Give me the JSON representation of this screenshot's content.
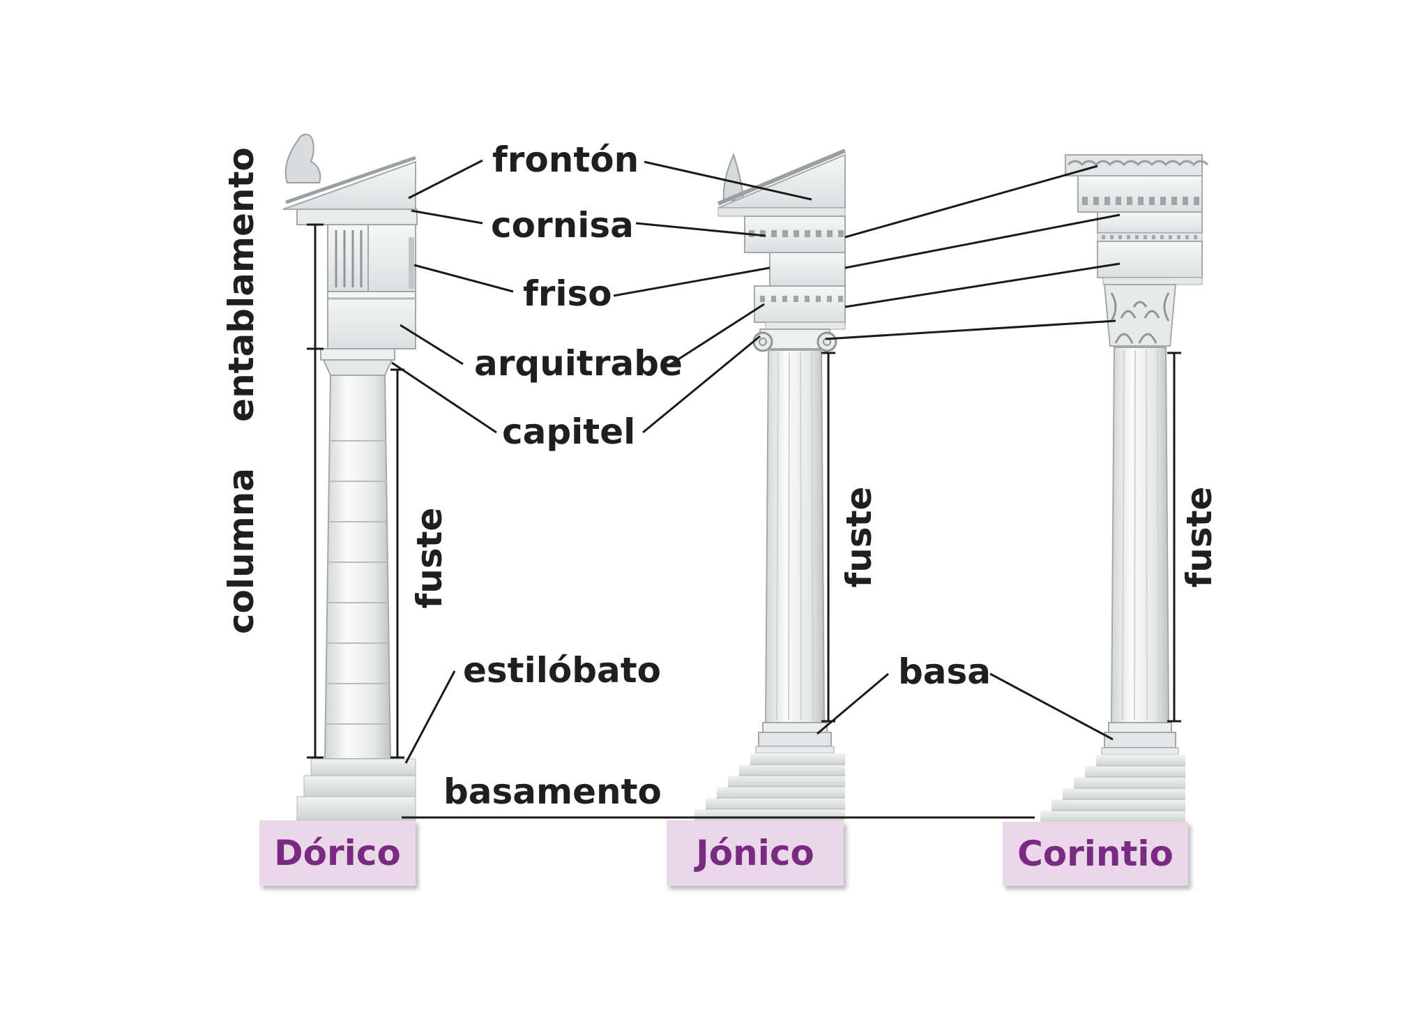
{
  "labels": {
    "fronton": "frontón",
    "cornisa": "cornisa",
    "friso": "friso",
    "arquitrabe": "arquitrabe",
    "capitel": "capitel",
    "estilobato": "estilóbato",
    "basamento": "basamento",
    "basa": "basa",
    "fuste": "fuste",
    "entablamento": "entablamento",
    "columna": "columna"
  },
  "orders": [
    "Dórico",
    "Jónico",
    "Corintio"
  ],
  "colors": {
    "order_box_bg": "#ead8e8",
    "order_text": "#7a2a82",
    "label_text": "#1f1f1f",
    "stone_light": "#f3f4f4",
    "stone_shadow": "#c9cccd",
    "leader_line": "#1a1a1a"
  }
}
